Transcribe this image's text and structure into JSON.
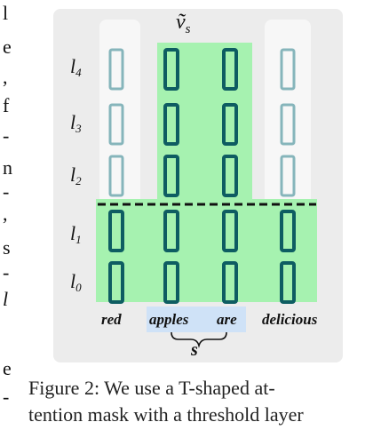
{
  "margin_glyphs": [
    "l",
    "e",
    ",",
    "f",
    "-",
    "n",
    "-",
    ",",
    "s",
    "-",
    "l",
    "e",
    "-"
  ],
  "target_label": "ṽ",
  "target_subscript": "s",
  "layer_labels": [
    "l",
    "l",
    "l",
    "l",
    "l"
  ],
  "layer_subscripts": [
    "4",
    "3",
    "2",
    "1",
    "0"
  ],
  "tokens": [
    "red",
    "apples",
    "are",
    "delicious"
  ],
  "span_label": "s",
  "caption_line1": "Figure 2: We use a T-shaped at-",
  "caption_line2": "tention mask with a threshold layer",
  "colors": {
    "frame_bg": "#ececec",
    "green_mask": "#a6f2b0",
    "faded_column": "#f7f7f7",
    "token_highlight": "#cfe2f7",
    "active_cell": "#0e5d62",
    "inactive_cell": "#86b5bb",
    "threshold_line": "#111111"
  }
}
